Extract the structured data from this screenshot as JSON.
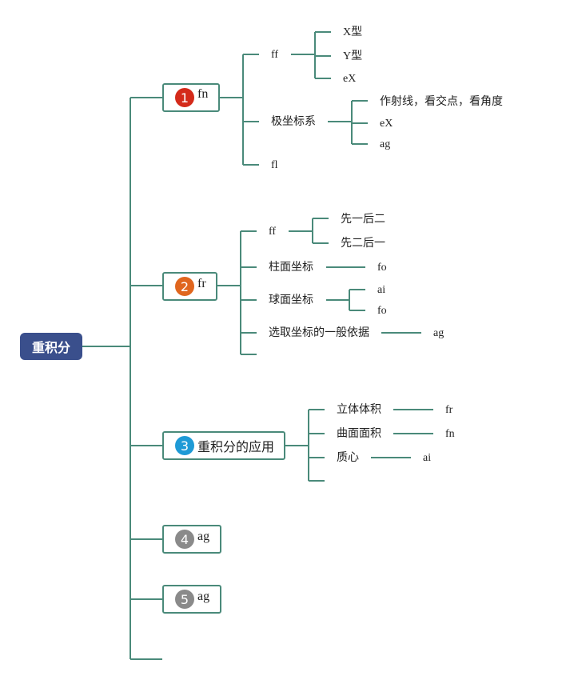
{
  "root": {
    "label": "重积分"
  },
  "sections": [
    {
      "number": "1",
      "badge_color": "#d42a1a",
      "label": "fn",
      "children": [
        {
          "label": "ff",
          "children": [
            {
              "label": "X型"
            },
            {
              "label": "Y型"
            },
            {
              "label": "eX"
            }
          ]
        },
        {
          "label": "极坐标系",
          "children": [
            {
              "label": "作射线，看交点，看角度"
            },
            {
              "label": "eX"
            },
            {
              "label": "ag"
            }
          ]
        },
        {
          "label": "fl"
        }
      ]
    },
    {
      "number": "2",
      "badge_color": "#e0661e",
      "label": "fr",
      "children": [
        {
          "label": "ff",
          "children": [
            {
              "label": "先一后二"
            },
            {
              "label": "先二后一"
            }
          ]
        },
        {
          "label": "柱面坐标",
          "children": [
            {
              "label": "fo"
            }
          ]
        },
        {
          "label": "球面坐标",
          "children": [
            {
              "label": "ai"
            },
            {
              "label": "fo"
            }
          ]
        },
        {
          "label": "选取坐标的一般依据",
          "children": [
            {
              "label": "ag"
            }
          ]
        },
        {
          "label": ""
        }
      ]
    },
    {
      "number": "3",
      "badge_color": "#1e9ad6",
      "label": "重积分的应用",
      "children": [
        {
          "label": "立体体积",
          "children": [
            {
              "label": "fr"
            }
          ]
        },
        {
          "label": "曲面面积",
          "children": [
            {
              "label": "fn"
            }
          ]
        },
        {
          "label": "质心",
          "children": [
            {
              "label": "ai"
            }
          ]
        },
        {
          "label": ""
        }
      ]
    },
    {
      "number": "4",
      "badge_color": "#8a8a8a",
      "label": "ag"
    },
    {
      "number": "5",
      "badge_color": "#8a8a8a",
      "label": "ag"
    }
  ],
  "line_color": "#4a8a7a"
}
